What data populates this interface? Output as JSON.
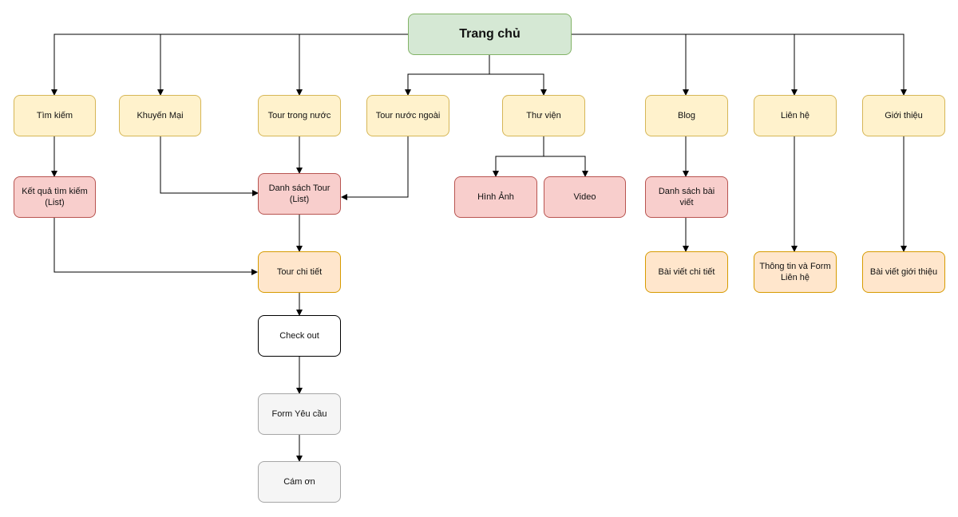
{
  "nodes": {
    "trang_chu": "Trang chủ",
    "tim_kiem": "Tìm kiếm",
    "khuyen_mai": "Khuyến Mại",
    "tour_trong_nuoc": "Tour trong nước",
    "tour_nuoc_ngoai": "Tour nước ngoài",
    "thu_vien": "Thư viện",
    "blog": "Blog",
    "lien_he": "Liên hệ",
    "gioi_thieu": "Giới thiệu",
    "ket_qua_tim_kiem": "Kết quả tìm kiếm\n(List)",
    "danh_sach_tour": "Danh sách Tour\n(List)",
    "hinh_anh": "Hình Ảnh",
    "video": "Video",
    "danh_sach_bai_viet": "Danh sách bài viết",
    "tour_chi_tiet": "Tour chi tiết",
    "bai_viet_chi_tiet": "Bài viết chi tiết",
    "thong_tin_form_lien_he": "Thông tin và Form\nLiên hệ",
    "bai_viet_gioi_thieu": "Bài viết giới thiệu",
    "check_out": "Check out",
    "form_yeu_cau": "Form Yêu cầu",
    "cam_on": "Cám ơn"
  },
  "colors": {
    "root_fill": "#d5e8d4",
    "yellow_fill": "#fff2cc",
    "pink_fill": "#f8cecc",
    "orange_fill": "#ffe6cc",
    "gray_fill": "#f5f5f5",
    "edge": "#000000"
  }
}
